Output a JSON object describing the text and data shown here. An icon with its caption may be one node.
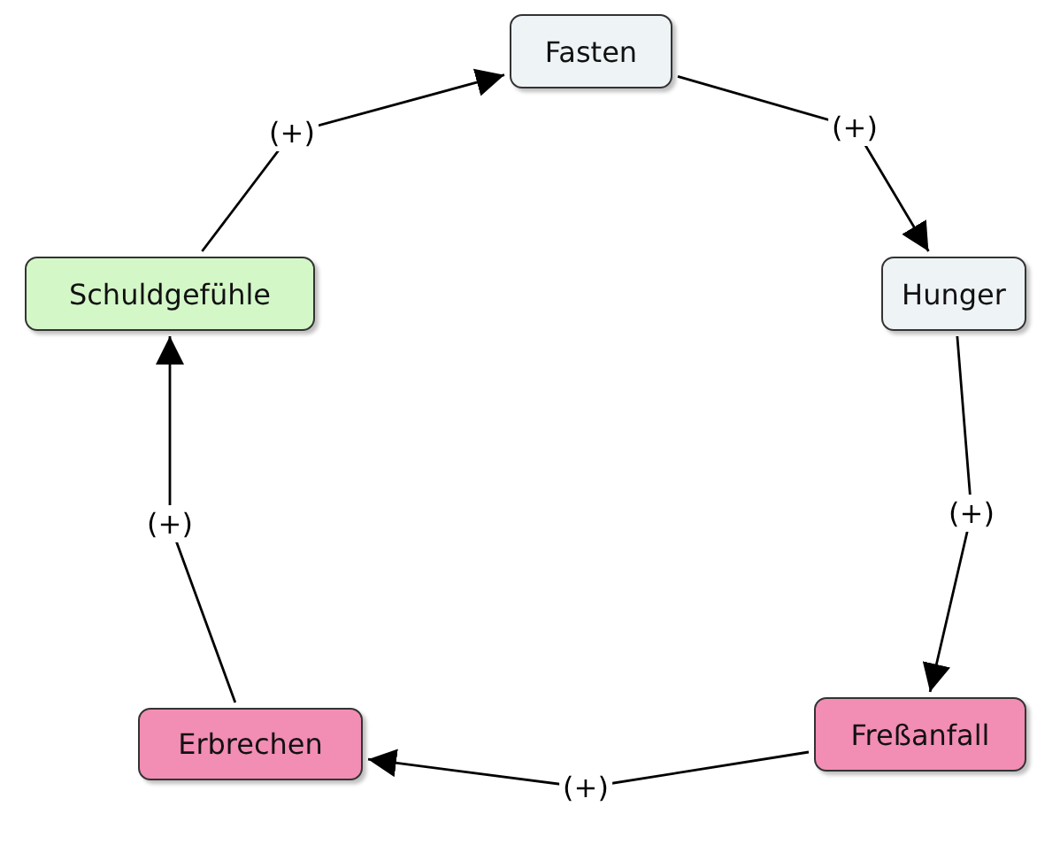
{
  "diagram": {
    "nodes": [
      {
        "text": [
          "Fasten"
        ]
      },
      {
        "text": [
          "Hunger"
        ]
      },
      {
        "text": [
          "Freßanfall"
        ]
      },
      {
        "text": [
          "Erbrechen"
        ]
      },
      {
        "text": [
          "Schuldgefühle"
        ]
      }
    ],
    "edges": [
      {
        "from": 4,
        "to": 0,
        "label": "(+)",
        "arrow": "to"
      },
      {
        "from": 0,
        "to": 1,
        "label": "(+)",
        "arrow": "to"
      },
      {
        "from": 1,
        "to": 2,
        "label": "(+)",
        "arrow": "to"
      },
      {
        "from": 2,
        "to": 3,
        "label": "(+)",
        "arrow": "to"
      },
      {
        "from": 3,
        "to": 4,
        "label": "(+)",
        "arrow": "to"
      }
    ]
  }
}
